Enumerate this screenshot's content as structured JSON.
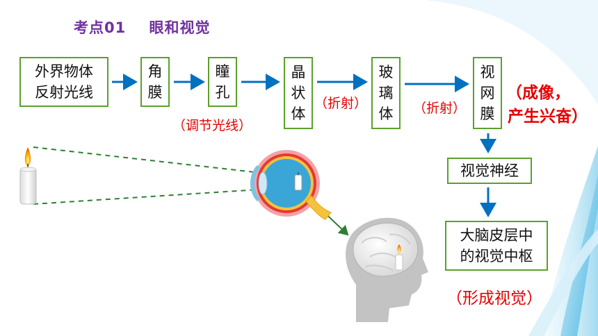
{
  "title": "考点01    眼和视觉",
  "flow": {
    "external": [
      "外界物体",
      "反射光线"
    ],
    "cornea": [
      "角",
      "膜"
    ],
    "pupil": [
      "瞳",
      "孔"
    ],
    "lens": [
      "晶",
      "状",
      "体"
    ],
    "vitreous": [
      "玻",
      "璃",
      "体"
    ],
    "retina": [
      "视",
      "网",
      "膜"
    ],
    "optic_nerve": "视觉神经",
    "visual_center": [
      "大脑皮层中",
      "的视觉中枢"
    ]
  },
  "notes": {
    "pupil_note": "（调节光线）",
    "refract_1": "（折射）",
    "refract_2": "（折射）",
    "retina_note": [
      "（成像，",
      "产生兴奋）"
    ],
    "vision_note": "（形成视觉）"
  },
  "colors": {
    "title": "#7030a0",
    "box_border": "#5aa02c",
    "arrow": "#0070c0",
    "note": "#e60000",
    "dashed_line": "#2e7d32"
  },
  "icons": [
    "candle-icon",
    "eye-cross-section-icon",
    "head-brain-icon"
  ]
}
